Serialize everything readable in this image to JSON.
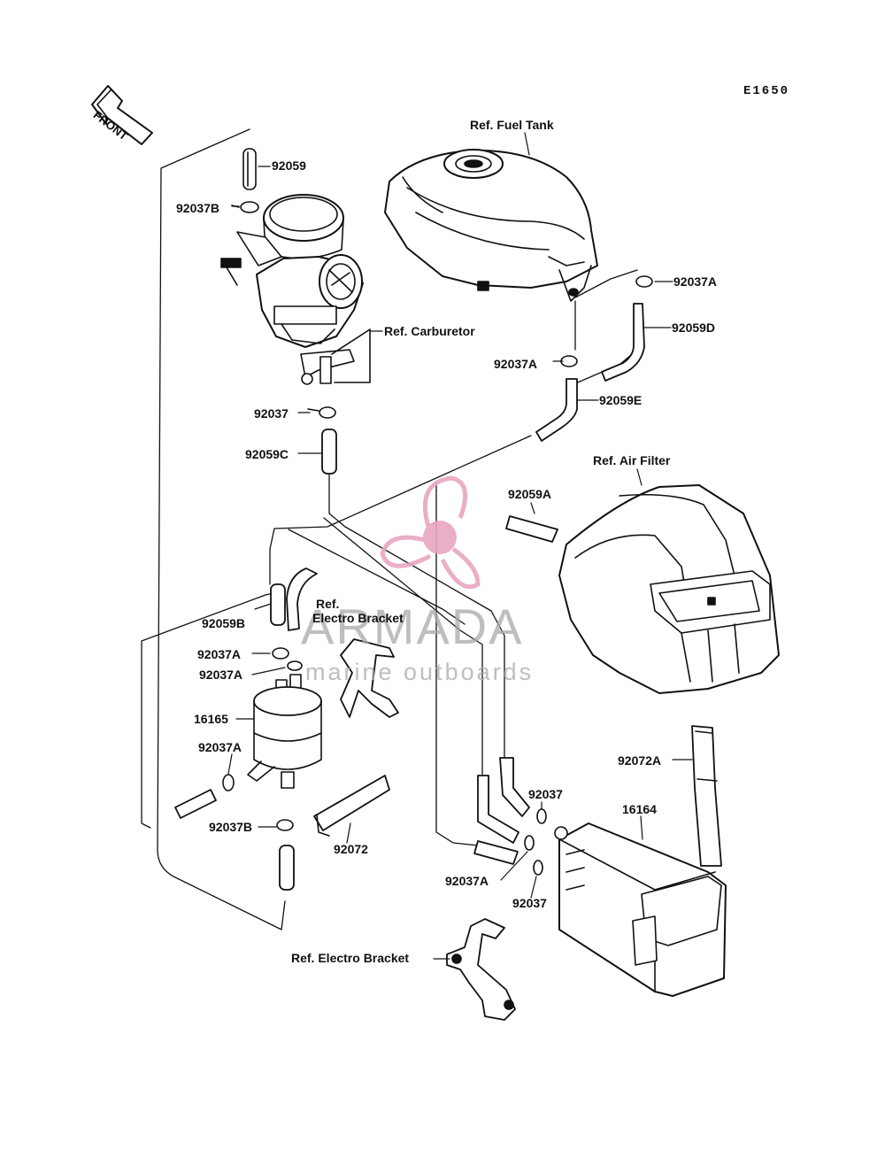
{
  "diagram_code": "E1650",
  "front_arrow_label": "FRONT",
  "watermark": {
    "title": "ARMADA",
    "subtitle": "marine outboards",
    "accent_color": "#e8a6c2",
    "text_color": "#a9a9a9"
  },
  "references": {
    "fuel_tank": "Ref. Fuel Tank",
    "carburetor": "Ref. Carburetor",
    "air_filter": "Ref. Air Filter",
    "electro_bracket_top_line1": "Ref.",
    "electro_bracket_top_line2": "Electro Bracket",
    "electro_bracket_bottom": "Ref. Electro Bracket"
  },
  "part_numbers": {
    "p92059": "92059",
    "p92037B_top": "92037B",
    "p92037A_tank_right": "92037A",
    "p92059D": "92059D",
    "p92037A_tank": "92037A",
    "p92059E": "92059E",
    "p92037_carb": "92037",
    "p92059C": "92059C",
    "p92059A": "92059A",
    "p92059B": "92059B",
    "p92037A_1": "92037A",
    "p92037A_2": "92037A",
    "p16165": "16165",
    "p92037A_3": "92037A",
    "p92037B_bottom": "92037B",
    "p92072": "92072",
    "p92072A": "92072A",
    "p16164": "16164",
    "p92037_right1": "92037",
    "p92037A_right": "92037A",
    "p92037_right2": "92037"
  }
}
